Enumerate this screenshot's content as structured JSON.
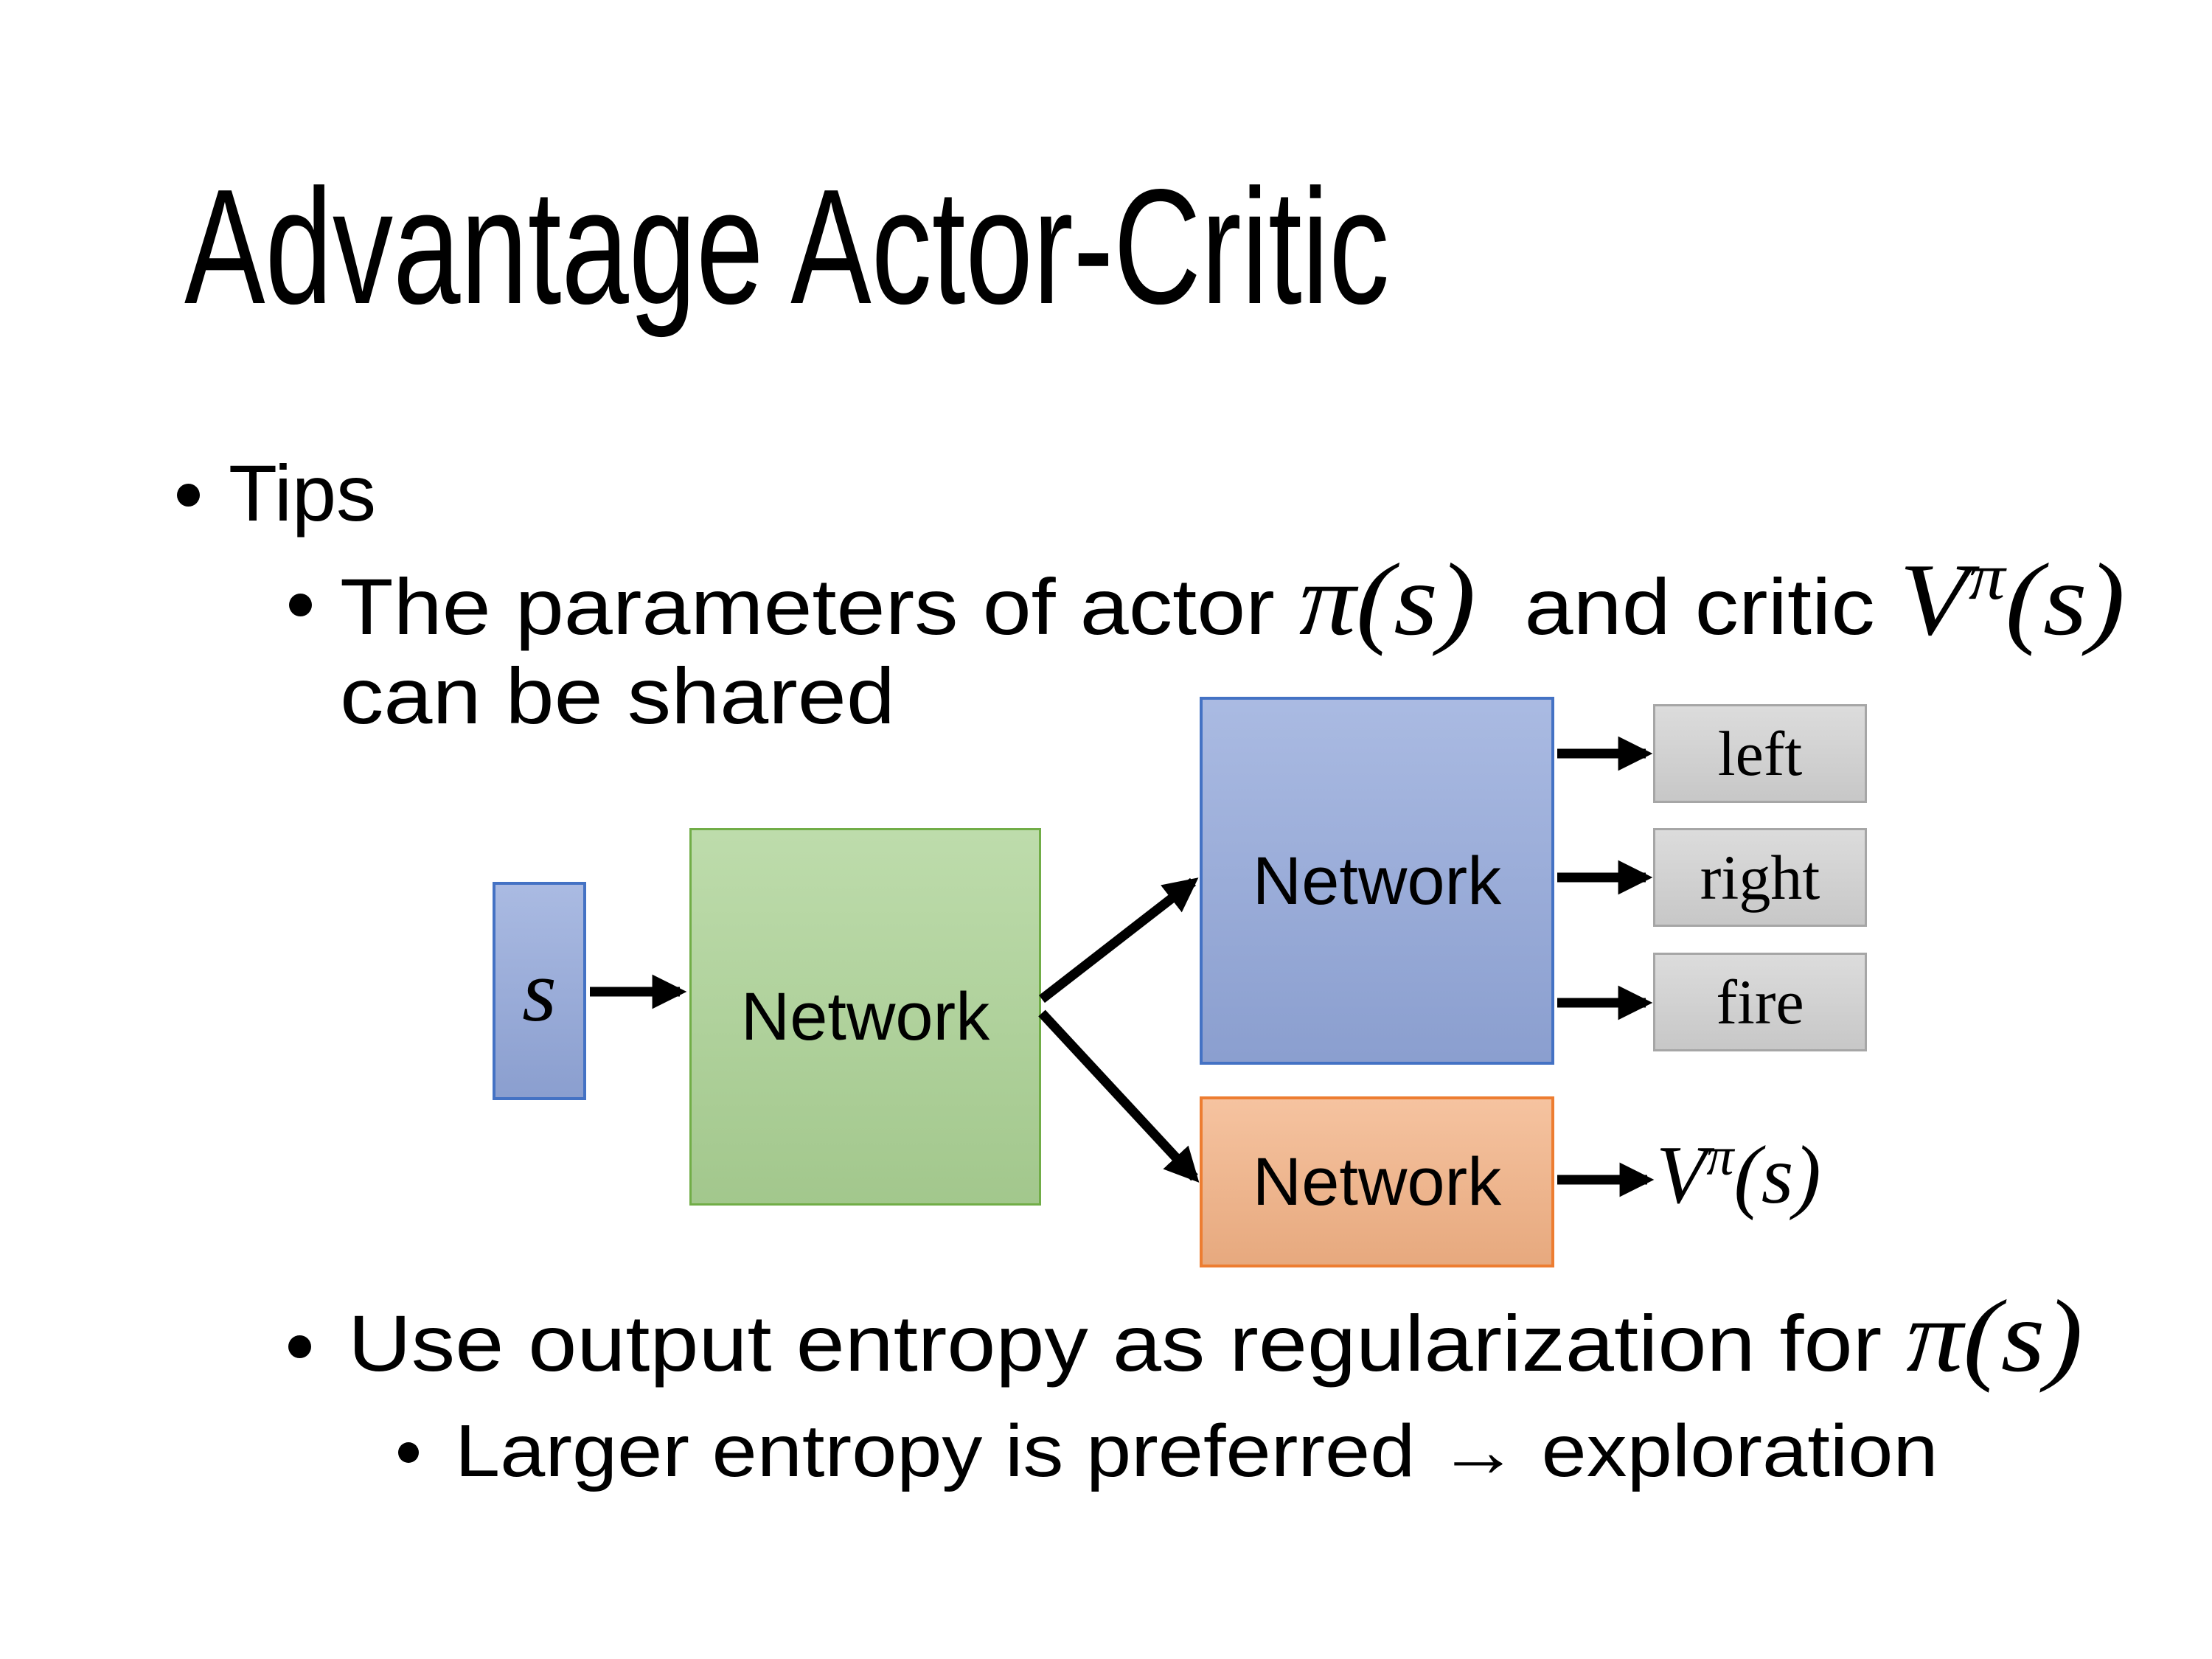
{
  "slide": {
    "title": "Advantage Actor-Critic",
    "tips": "Tips",
    "param_bullet": {
      "prefix": "The parameters of actor ",
      "actor_math": "π(s)",
      "middle": "  and critic ",
      "critic_base": "V",
      "critic_sup": "π",
      "critic_args": "(s)",
      "wrap_line": "can be shared"
    },
    "entropy_bullet": {
      "prefix": "Use output entropy as regularization for ",
      "math": "π(s)"
    },
    "exploration_bullet": "Larger entropy is preferred → exploration"
  },
  "diagram": {
    "input_label": "s",
    "shared_network_label": "Network",
    "actor_network_label": "Network",
    "critic_network_label": "Network",
    "actions": [
      "left",
      "right",
      "fire"
    ],
    "value_output": {
      "base": "V",
      "sup": "π",
      "args": "(s)"
    },
    "colors": {
      "text": "#000000",
      "arrow": "#000000",
      "input_fill": "#92A7DA",
      "input_border": "#4472C4",
      "shared_fill": "#ABD294",
      "shared_border": "#71AD47",
      "actor_fill": "#92A7DA",
      "actor_border": "#4472C4",
      "critic_fill": "#F3B285",
      "critic_border": "#ED7D31",
      "action_fill": "#D2D2D2",
      "action_border": "#A6A6A6"
    }
  }
}
